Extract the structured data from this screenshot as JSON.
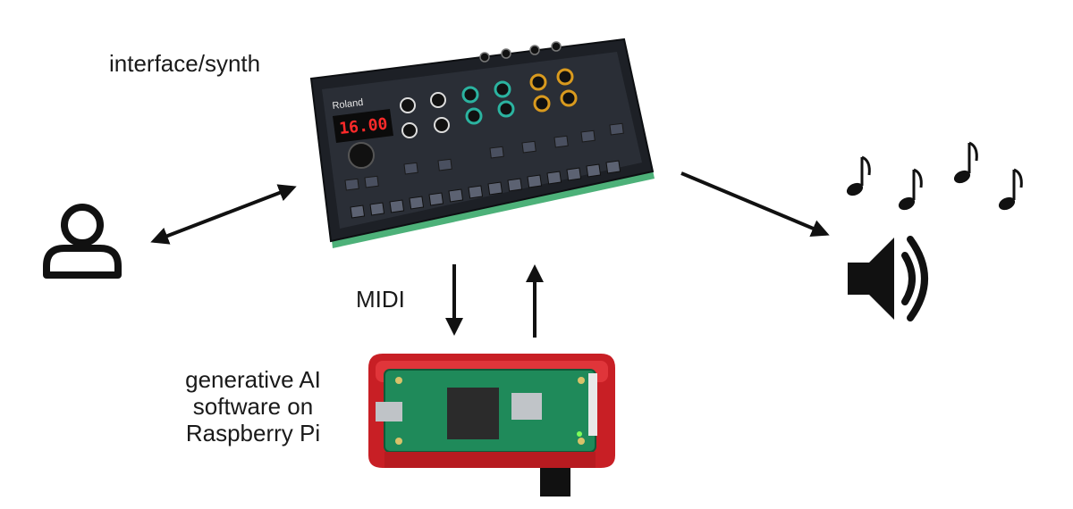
{
  "labels": {
    "synth": "interface/synth",
    "midi": "MIDI",
    "pi_line1": "generative AI",
    "pi_line2": "software on",
    "pi_line3": "Raspberry Pi"
  },
  "device": {
    "display_value": "16.00",
    "brand": "Roland"
  },
  "colors": {
    "ink": "#111111",
    "synth_body": "#1d2026",
    "synth_panel": "#2a2e36",
    "display_red": "#ff2a2a",
    "knob_teal": "#2bb3a0",
    "knob_gold": "#d99a1e",
    "pi_case": "#d8262b",
    "pi_board": "#1f8a5a"
  },
  "icons": [
    "user-icon",
    "speaker-icon",
    "music-note-icon"
  ]
}
